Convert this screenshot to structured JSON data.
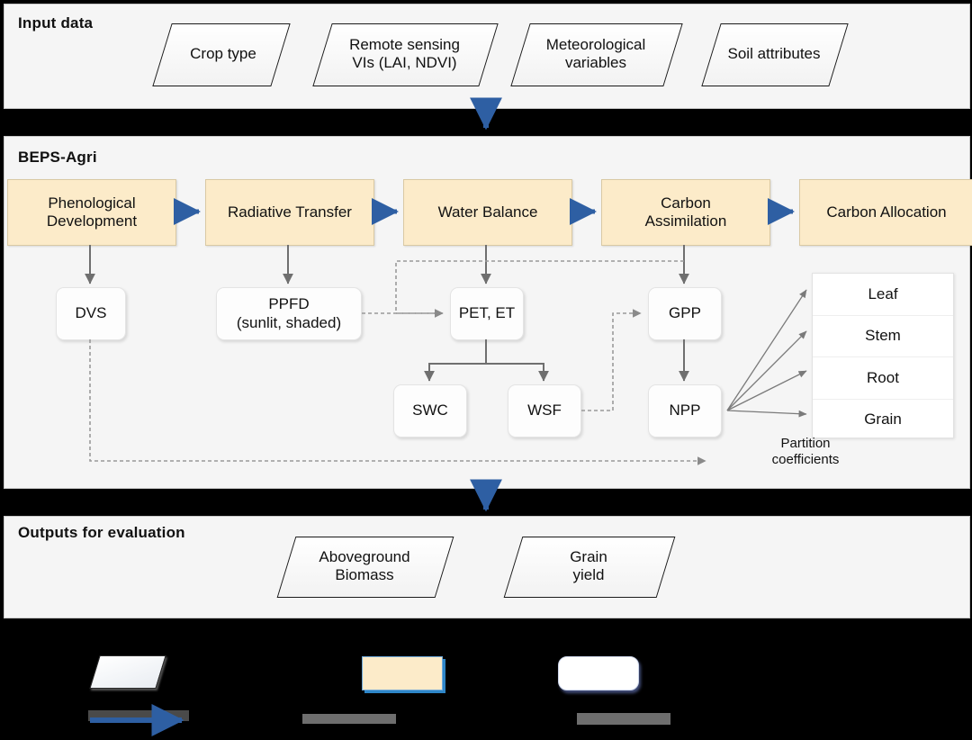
{
  "sections": {
    "input": {
      "title": "Input data",
      "items": [
        {
          "label": "Crop type",
          "lines": [
            "Crop type"
          ]
        },
        {
          "label": "Remote sensing VIs (LAI, NDVI)",
          "lines": [
            "Remote sensing",
            "VIs (LAI, NDVI)"
          ]
        },
        {
          "label": "Meteorological variables",
          "lines": [
            "Meteorological",
            "variables"
          ]
        },
        {
          "label": "Soil attributes",
          "lines": [
            "Soil attributes"
          ]
        }
      ]
    },
    "model": {
      "title": "BEPS-Agri",
      "processes": [
        {
          "label": "Phenological Development",
          "lines": [
            "Phenological",
            "Development"
          ]
        },
        {
          "label": "Radiative Transfer",
          "lines": [
            "Radiative Transfer"
          ]
        },
        {
          "label": "Water Balance",
          "lines": [
            "Water Balance"
          ]
        },
        {
          "label": "Carbon Assimilation",
          "lines": [
            "Carbon",
            "Assimilation"
          ]
        },
        {
          "label": "Carbon Allocation",
          "lines": [
            "Carbon Allocation"
          ]
        }
      ],
      "variables": [
        {
          "id": "dvs",
          "label": "DVS",
          "lines": [
            "DVS"
          ]
        },
        {
          "id": "ppfd",
          "label": "PPFD (sunlit, shaded)",
          "lines": [
            "PPFD",
            "(sunlit, shaded)"
          ]
        },
        {
          "id": "pet_et",
          "label": "PET, ET",
          "lines": [
            "PET, ET"
          ]
        },
        {
          "id": "gpp",
          "label": "GPP",
          "lines": [
            "GPP"
          ]
        },
        {
          "id": "swc",
          "label": "SWC",
          "lines": [
            "SWC"
          ]
        },
        {
          "id": "wsf",
          "label": "WSF",
          "lines": [
            "WSF"
          ]
        },
        {
          "id": "npp",
          "label": "NPP",
          "lines": [
            "NPP"
          ]
        }
      ],
      "organs": [
        "Leaf",
        "Stem",
        "Root",
        "Grain"
      ],
      "annotation": {
        "lines": [
          "Partition",
          "coefficients"
        ]
      }
    },
    "output": {
      "title": "Outputs for evaluation",
      "items": [
        {
          "label": "Aboveground Biomass",
          "lines": [
            "Aboveground",
            "Biomass"
          ]
        },
        {
          "label": "Grain yield",
          "lines": [
            "Grain",
            "yield"
          ]
        }
      ]
    },
    "legend": {
      "items": [
        {
          "name": "legend-parallelogram-swatch",
          "caption": ""
        },
        {
          "name": "legend-solid-blue-arrow",
          "caption": ""
        },
        {
          "name": "legend-yellow-box-swatch",
          "caption": ""
        },
        {
          "name": "legend-gray-dashed-line",
          "caption": ""
        },
        {
          "name": "legend-white-rounded-box-swatch",
          "caption": ""
        },
        {
          "name": "legend-gray-dashed-line-2",
          "caption": ""
        }
      ]
    }
  },
  "colors": {
    "process_fill": "#fcebc9",
    "panel_fill": "#f5f5f5",
    "blue_arrow": "#2e5fa3",
    "gray_arrow": "#7a7a7a",
    "dashed": "#9a9a9a",
    "legend_bg": "#000000"
  }
}
